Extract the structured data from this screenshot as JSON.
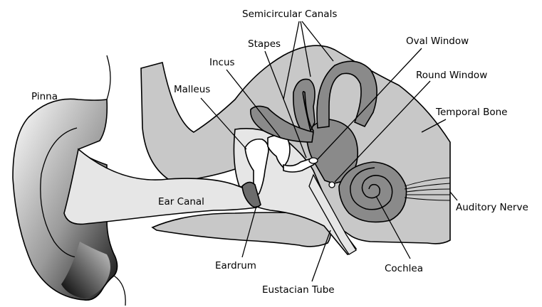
{
  "labels": {
    "semicircular_canals": "Semicircular Canals",
    "stapes": "Stapes",
    "incus": "Incus",
    "malleus": "Malleus",
    "pinna": "Pinna",
    "oval_window": "Oval Window",
    "round_window": "Round Window",
    "temporal_bone": "Temporal Bone",
    "ear_canal": "Ear Canal",
    "auditory_nerve": "Auditory Nerve",
    "eardrum": "Eardrum",
    "cochlea": "Cochlea",
    "eustacian_tube": "Eustacian Tube"
  },
  "colors": {
    "bone": "#c8c8c8",
    "canal": "#e6e6e6",
    "inner_ear": "#8a8a8a",
    "outline": "#000000"
  }
}
